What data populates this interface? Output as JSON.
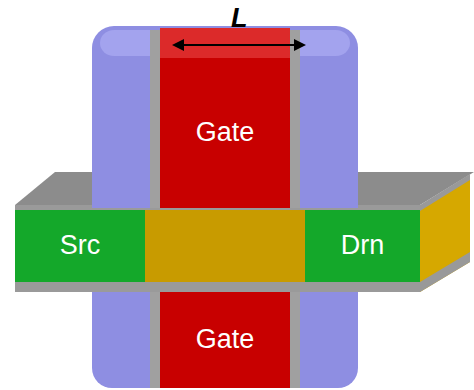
{
  "diagram": {
    "nodes": [
      {
        "text": [
          "Gate"
        ]
      },
      {
        "text": [
          "Src"
        ]
      },
      {
        "text": [
          "Drn"
        ]
      },
      {
        "text": [
          "Gate"
        ]
      }
    ],
    "labels": [
      "L"
    ]
  }
}
